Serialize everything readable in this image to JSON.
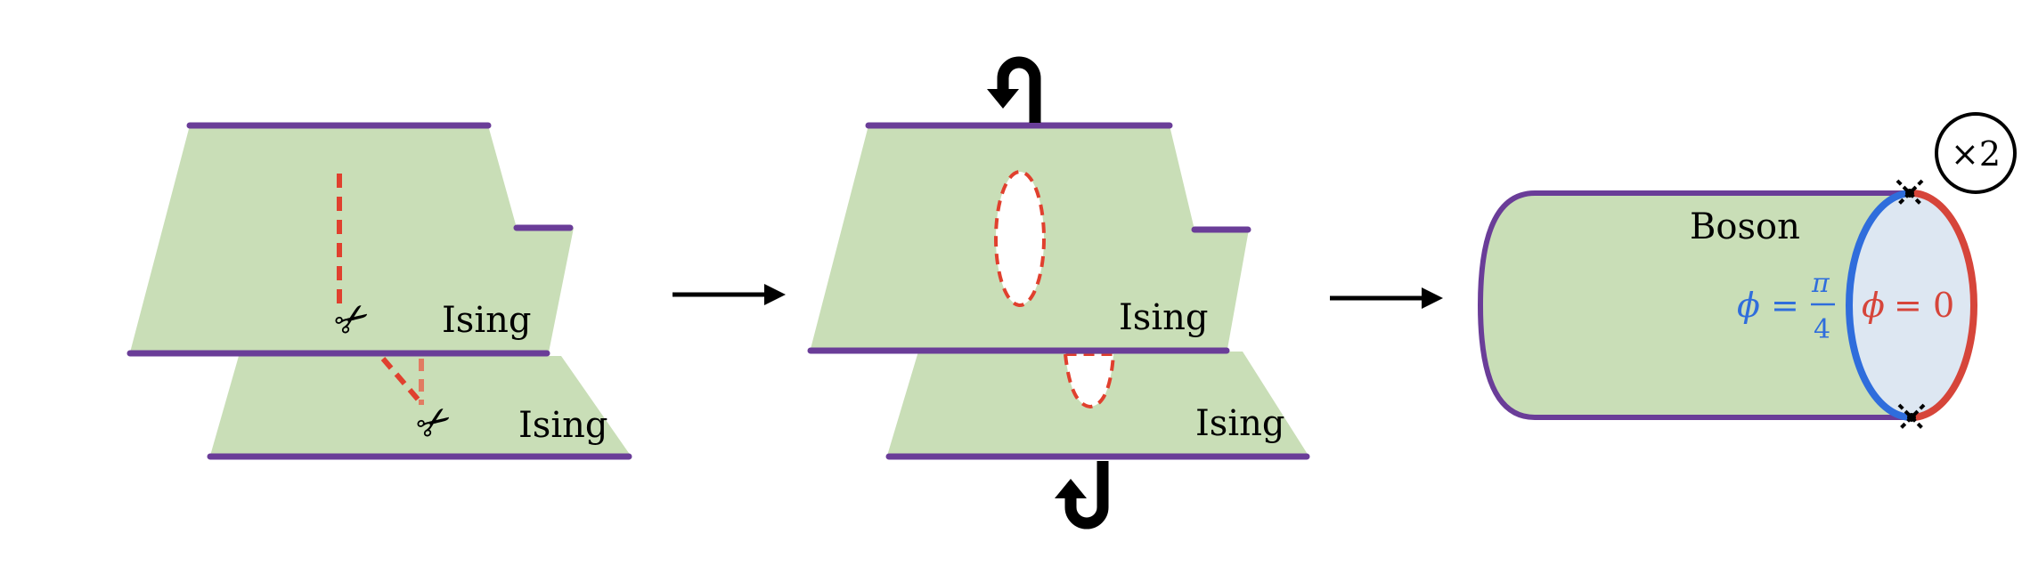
{
  "labels": {
    "ising_top_left": "Ising",
    "ising_bottom_left": "Ising",
    "ising_top_mid": "Ising",
    "ising_bottom_mid": "Ising",
    "boson": "Boson",
    "multiplicity": "×2",
    "phi_left": {
      "lhs": "ϕ",
      "eq": "=",
      "num": "π",
      "den": "4"
    },
    "phi_right": {
      "lhs": "ϕ",
      "eq": "=",
      "rhs": "0"
    },
    "scissors": "✂"
  },
  "colors": {
    "sheet_fill": "#c9deb7",
    "boundary_purple": "#6a3d98",
    "cut_red": "#e0402e",
    "cut_salmon": "#e27b62",
    "arrow_black": "#000000",
    "blue": "#2f6ddc",
    "red": "#d6453a",
    "disk_fill": "#dde7f2"
  }
}
